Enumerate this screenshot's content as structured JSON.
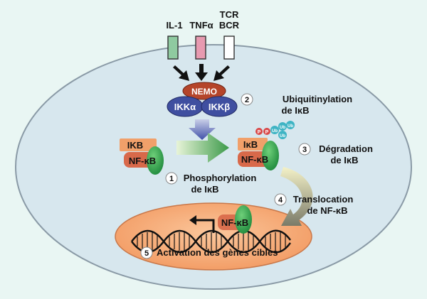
{
  "receptors": {
    "il1": "IL-1",
    "tnf": "TNFα",
    "tcr": "TCR",
    "bcr": "BCR"
  },
  "complex": {
    "nemo": "NEMO",
    "ikka": "IKKα",
    "ikkb": "IKKβ"
  },
  "proteins": {
    "ikb_left": "IKB",
    "nfkb_left": "NF-κB",
    "ikb_right": "IκB",
    "nfkb_right": "NF-κB",
    "nfkb_nucleus": "NF-κB",
    "p": "P",
    "ub": "Ub"
  },
  "steps": [
    {
      "num": "1",
      "line1": "Phosphorylation",
      "line2": "de IκB"
    },
    {
      "num": "2",
      "line1": "Ubiquitinylation",
      "line2": "de IκB"
    },
    {
      "num": "3",
      "line1": "Dégradation",
      "line2": "de IκB"
    },
    {
      "num": "4",
      "line1": "Translocation",
      "line2": "de NF-κB"
    },
    {
      "num": "5",
      "line1": "Activation des gènes cibles",
      "line2": ""
    }
  ],
  "colors": {
    "background": "#e9f6f3",
    "cell": "#d7e7ee",
    "nucleus": "#f5a470",
    "nemo": "#b5452a",
    "ikk": "#3f4fa0",
    "ikb": "#f1a06a",
    "nfkb": "#d8694a",
    "green_subunit": "#2f9f4a",
    "il1_receptor": "#8fcaa0",
    "tnf_receptor": "#e79ab0",
    "tcr_receptor": "#ffffff",
    "ub": "#3fb4c4",
    "p": "#d94848"
  }
}
